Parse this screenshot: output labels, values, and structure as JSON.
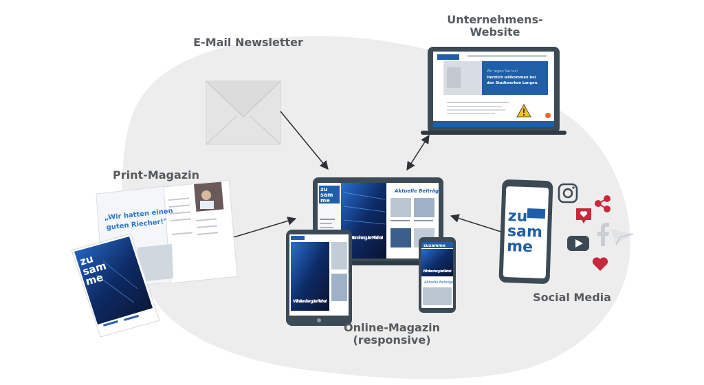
{
  "labels": {
    "website": "Unternehmens-\nWebsite",
    "newsletter": "E-Mail Newsletter",
    "print": "Print-Magazin",
    "online": "Online-Magazin\n(responsive)",
    "social": "Social Media"
  },
  "magazine": {
    "logo_line1": "zu",
    "logo_line2": "sam",
    "logo_line3": "me",
    "headline": "Wir hatten einen guten Riecher!",
    "quote_line1": "„Wir hatten einen",
    "quote_line2": "guten Riecher!\"",
    "section": "Aktuelle Beiträge",
    "phone_brand": "zusamme"
  },
  "website": {
    "hero_line1": "Wir legen Sie los!",
    "hero_line2": "Herzlich willkommen bei",
    "hero_line3": "den Stadtwerken Langen."
  },
  "colors": {
    "blob": "#ededed",
    "label": "#555a5e",
    "device": "#3b4a55",
    "brand_blue": "#1f5fa8",
    "social_red": "#c8283a"
  },
  "icons": [
    "envelope-icon",
    "instagram-icon",
    "like-icon",
    "share-icon",
    "facebook-icon",
    "youtube-icon",
    "send-icon",
    "heart-icon"
  ]
}
